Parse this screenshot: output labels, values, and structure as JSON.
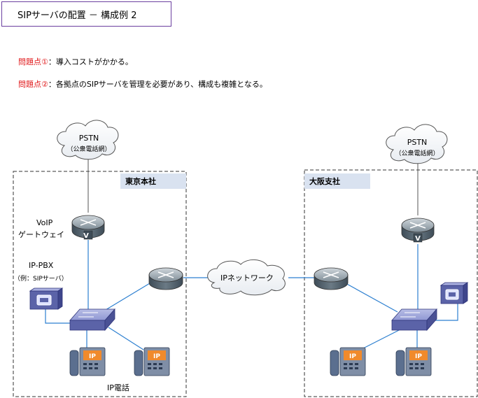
{
  "title": "SIPサーバの配置 － 構成例 2",
  "issues": [
    {
      "label": "問題点①",
      "text": "：導入コストがかかる。"
    },
    {
      "label": "問題点②",
      "text": "：各拠点のSIPサーバを管理を必要があり、構成も複雑となる。"
    }
  ],
  "sites": {
    "tokyo": {
      "label": "東京本社"
    },
    "osaka": {
      "label": "大阪支社"
    }
  },
  "clouds": {
    "pstn_left": {
      "line1": "PSTN",
      "line2": "（公衆電話網）"
    },
    "pstn_right": {
      "line1": "PSTN",
      "line2": "（公衆電話網）"
    },
    "ip_network": {
      "label": "IPネットワーク"
    }
  },
  "labels": {
    "voip_line1": "VoIP",
    "voip_line2": "ゲートウェイ",
    "ippbx_line1": "IP-PBX",
    "ippbx_line2": "（例：SIPサーバ）",
    "ip_phone": "IP電話",
    "phone_badge": "IP",
    "gateway_badge": "V"
  },
  "colors": {
    "title_border": "#6b3fa0",
    "issue_label": "#e0191b",
    "link": "#2c7fd0",
    "site_label_bg": "#d9e2f0"
  }
}
